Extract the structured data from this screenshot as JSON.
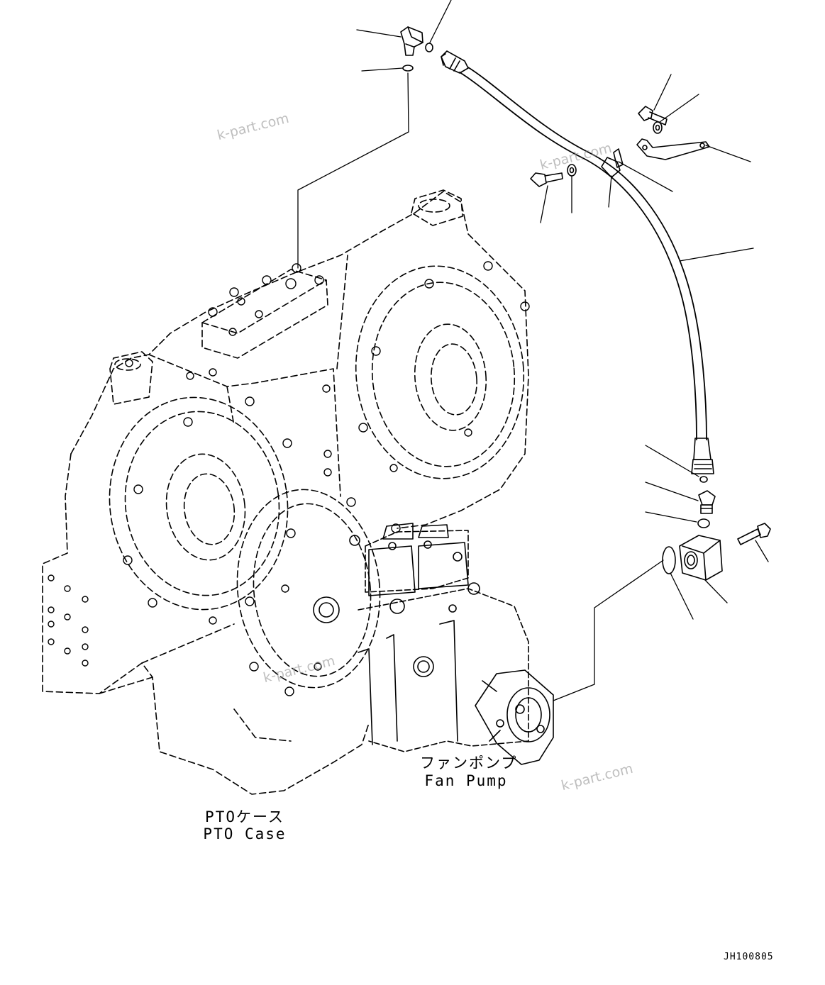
{
  "labels": {
    "fan_pump_jp": "ファンポンプ",
    "fan_pump_en": "Fan Pump",
    "pto_case_jp": "PTOケース",
    "pto_case_en": "PTO Case"
  },
  "watermarks": [
    "k-part.com",
    "k-part.com",
    "k-part.com",
    "k-part.com"
  ],
  "drawing_code": "JH100805",
  "colors": {
    "line": "#000000",
    "background": "#ffffff",
    "watermark": "#8a8a8a"
  }
}
